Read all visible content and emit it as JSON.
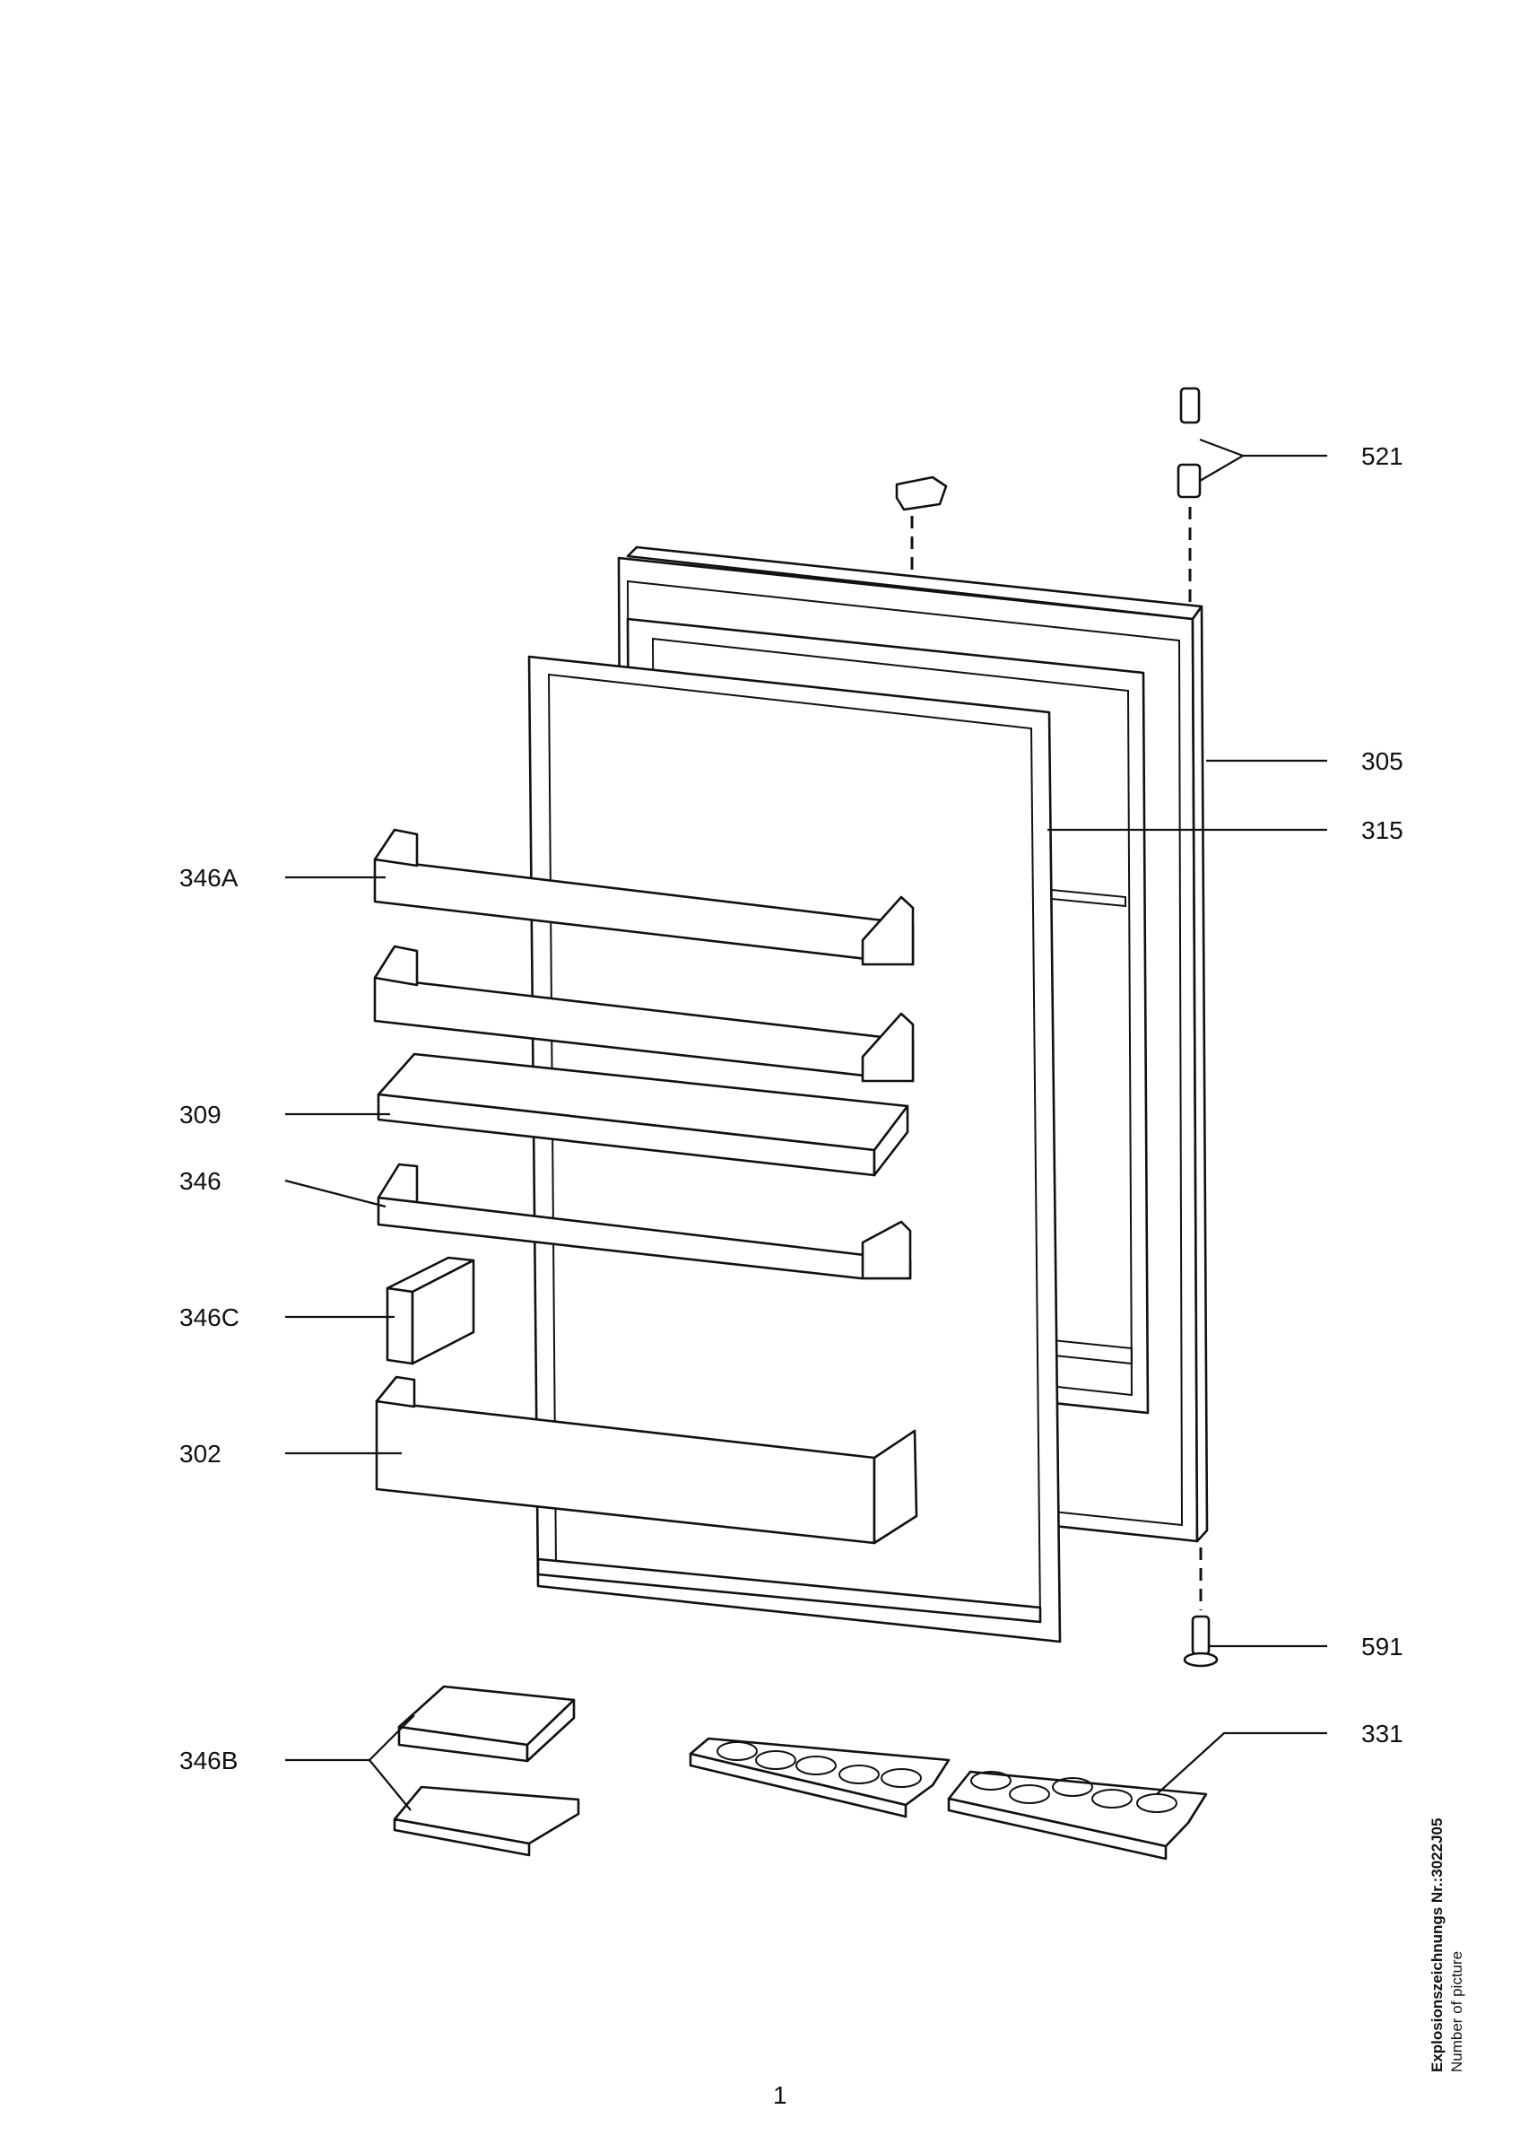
{
  "diagram": {
    "labels": {
      "l521": "521",
      "l305": "305",
      "l315": "315",
      "l346A": "346A",
      "l309": "309",
      "l346": "346",
      "l346C": "346C",
      "l302": "302",
      "l591": "591",
      "l346B": "346B",
      "l331": "331"
    },
    "page_number": "1",
    "drawing_number": "Explosionszeichnungs Nr.:3022J05",
    "picture_caption": "Number of picture"
  }
}
